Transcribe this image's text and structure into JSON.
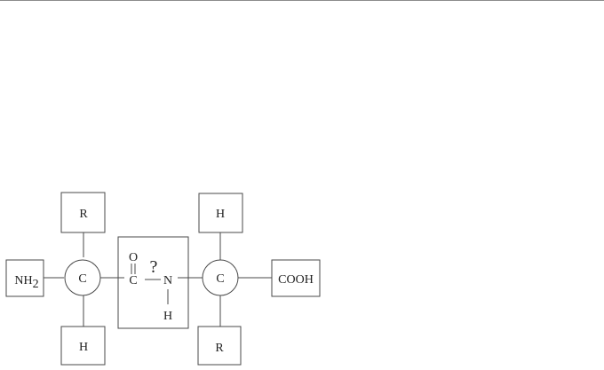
{
  "diagram": {
    "left_group": {
      "top_label": "R",
      "left_label": "NH",
      "left_subscript": "2",
      "center_label": "C",
      "bottom_label": "H"
    },
    "peptide_bond": {
      "oxygen": "O",
      "carbon": "C",
      "question": "?",
      "nitrogen": "N",
      "hydrogen": "H"
    },
    "right_group": {
      "top_label": "H",
      "center_label": "C",
      "right_label": "COOH",
      "bottom_label": "R"
    }
  }
}
